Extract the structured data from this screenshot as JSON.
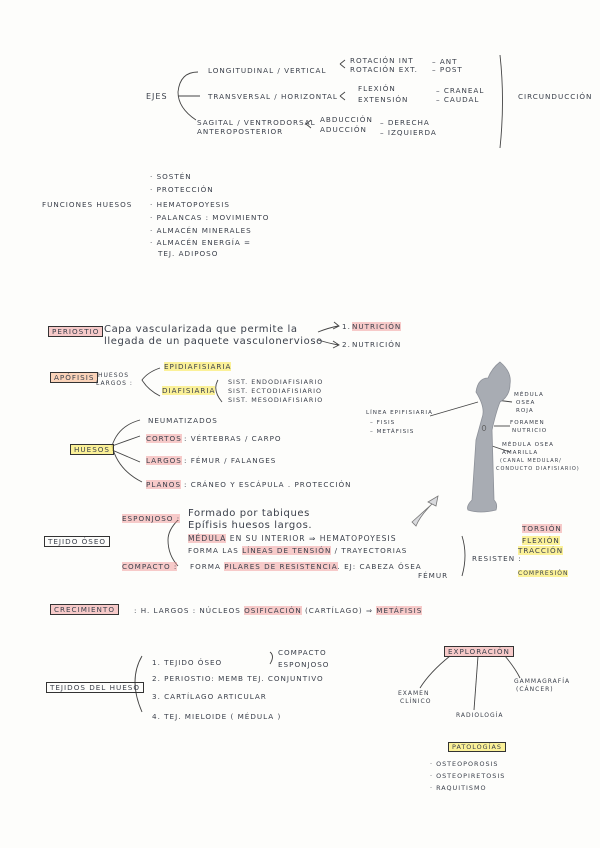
{
  "ejes": {
    "title": "EJES",
    "longitudinal": "LONGITUDINAL / VERTICAL",
    "transversal": "TRANSVERSAL / HORIZONTAL",
    "sagital_1": "SAGITAL / VENTRODORSAL",
    "sagital_2": "ANTEROPOSTERIOR",
    "rot_int": "ROTACIÓN INT",
    "rot_ext": "ROTACIÓN EXT.",
    "ant": "– ANT",
    "post": "– POST",
    "flexion": "FLEXIÓN",
    "extension": "EXTENSIÓN",
    "craneal": "– CRANEAL",
    "caudal": "– CAUDAL",
    "abduccion": "ABDUCCIÓN",
    "aduccion": "ADUCCIÓN",
    "derecha": "– DERECHA",
    "izquierda": "– IZQUIERDA",
    "circunduccion": "CIRCUNDUCCIÓN"
  },
  "funciones": {
    "title": "FUNCIONES HUESOS",
    "items": [
      "· SOSTÉN",
      "· PROTECCIÓN",
      "· HEMATOPOYESIS",
      "· PALANCAS : MOVIMIENTO",
      "· ALMACÉN MINERALES",
      "· ALMACÉN ENERGÍA ="
    ],
    "tej_adiposo": "TEJ. ADIPOSO"
  },
  "periostio": {
    "label": "PERIOSTIO",
    "line1": "Capa vascularizada que permite la",
    "line2": "llegada de un paquete vasculonervioso",
    "nutricion1": "nutrición",
    "nutricion2": "nutrición",
    "num1": "1.",
    "num2": "2."
  },
  "apofisis": {
    "label": "APÓFISIS",
    "huesos_largos_1": "HUESOS",
    "huesos_largos_2": "LARGOS :",
    "epidiafisiaria": "EPIDIAFISIARIA",
    "diafisiaria": "DIAFISIARIA",
    "sist1": "SIST. ENDODIAFISIARIO",
    "sist2": "SIST. ECTODIAFISIARIO",
    "sist3": "SIST. MESODIAFISIARIO"
  },
  "huesos": {
    "label": "HUESOS",
    "neumatizados": "NEUMATIZADOS",
    "cortos": "CORTOS",
    "cortos_ej": ": VÉRTEBRAS / CARPO",
    "largos": "LARGOS",
    "largos_ej": ": FÉMUR / FALANGES",
    "planos": "PLANOS",
    "planos_ej": ": CRÁNEO Y ESCÁPULA . PROTECCIÓN"
  },
  "bone": {
    "linea_epi": "LÍNEA EPIFISIARIA",
    "fisis": "– FISIS",
    "metafisis": "– METÁFISIS",
    "medula_roja_1": "MÉDULA",
    "medula_roja_2": "OSEA",
    "medula_roja_3": "ROJA",
    "foramen_1": "FORAMEN",
    "foramen_2": "NUTRICIO",
    "medula_am_1": "MÉDULA OSEA",
    "medula_am_2": "AMARILLA",
    "medula_am_3": "(CANAL MEDULAR/",
    "medula_am_4": "CONDUCTO DIAFISIARIO)"
  },
  "tejido": {
    "label": "TEJIDO ÓSEO",
    "esponjoso": "ESPONJOSO :",
    "esp_1": "Formado por tabiques",
    "esp_2": "Epífisis huesos largos.",
    "esp_3a": "Médula",
    "esp_3b": " en su interior",
    "esp_3c": " ⇒ HEMATOPOYESIS",
    "esp_4a": "FORMA LAS ",
    "esp_4b": "LÍNEAS DE TENSIÓN",
    "esp_4c": " / TRAYECTORIAS",
    "compacto": "COMPACTO :",
    "comp_a": "FORMA ",
    "comp_b": "PILARES DE RESISTENCIA",
    "comp_c": ". EJ: CABEZA ÓSEA",
    "comp_femur": "FÉMUR",
    "resisten": "RESISTEN :",
    "torsion": "TORSIÓN",
    "flexion": "FLEXIÓN",
    "traccion": "TRACCIÓN",
    "compresion": "COMPRESIÓN"
  },
  "crecimiento": {
    "label": "CRECIMIENTO",
    "text_a": ": H. LARGOS : NÚCLEOS ",
    "text_b": "OSIFICACIÓN",
    "text_c": " (CARTÍLAGO) ⇒ ",
    "text_d": "METÁFISIS"
  },
  "tejidos_hueso": {
    "label": "TEJIDOS DEL HUESO",
    "items": [
      "1. TEJIDO ÓSEO",
      "2. PERIOSTIO: MEMB TEJ. CONJUNTIVO",
      "3. CARTÍLAGO ARTICULAR",
      "4. TEJ. MIELOIDE ( MÉDULA )"
    ],
    "compacto": "COMPACTO",
    "esponjoso": "ESPONJOSO"
  },
  "exploracion": {
    "label": "EXPLORACIÓN",
    "examen_1": "EXAMEN",
    "examen_2": "CLÍNICO",
    "gammagrafia_1": "GAMMAGRAFÍA",
    "gammagrafia_2": "(CÁNCER)",
    "radiologia": "RADIOLOGÍA"
  },
  "patologias": {
    "label": "PATOLOGÍAS",
    "items": [
      "· OSTEOPOROSIS",
      "· OSTEOPIRETOSIS",
      "· RAQUITISMO"
    ]
  }
}
